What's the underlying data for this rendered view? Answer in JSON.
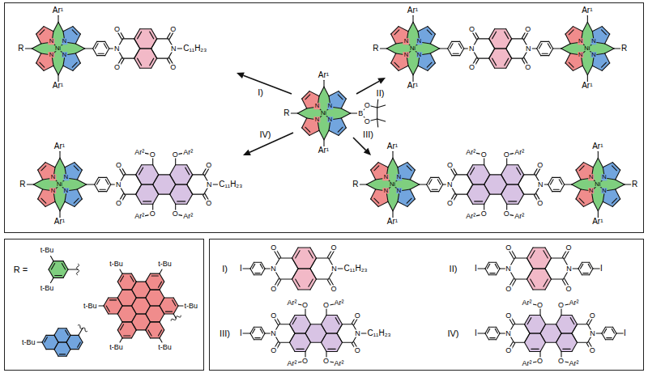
{
  "diagram": {
    "nodes": [
      {
        "text": [
          "Ar¹",
          "N",
          "N",
          "Ni",
          "N",
          "N",
          "Ar¹",
          "R",
          "O",
          "O",
          "N",
          "N",
          "O",
          "O",
          "C₁₁H₂₃",
          "Ar¹",
          "N",
          "N",
          "Ni",
          "N",
          "N",
          "Ar¹",
          "R",
          "O",
          "O",
          "N",
          "N",
          "O",
          "O",
          "Ar¹",
          "N",
          "N",
          "Ni",
          "N",
          "N",
          "Ar¹",
          "R",
          "I)",
          "II)",
          "Ar¹",
          "N",
          "N",
          "Ni",
          "N",
          "N",
          "Ar¹",
          "R",
          "O",
          "B",
          "O",
          "IV)",
          "III)",
          "Ar¹",
          "N",
          "N",
          "Ni",
          "N",
          "N",
          "Ar¹",
          "R",
          "Ar²",
          "O",
          "O",
          "Ar²",
          "O",
          "O",
          "N",
          "N",
          "O",
          "O",
          "Ar²",
          "O",
          "O",
          "Ar²",
          "C₁₁H₂₃",
          "Ar¹",
          "N",
          "N",
          "Ni",
          "N",
          "N",
          "Ar¹",
          "R",
          "Ar²",
          "O",
          "O",
          "Ar²",
          "O",
          "O",
          "N",
          "N",
          "O",
          "O",
          "Ar²",
          "O",
          "O",
          "Ar²",
          "Ar¹",
          "N",
          "N",
          "Ni",
          "N",
          "N",
          "Ar¹",
          "R"
        ]
      },
      {
        "text": [
          "R =",
          "t-Bu",
          "t-Bu",
          "t-Bu",
          "t-Bu",
          "t-Bu",
          "t-Bu",
          "t-Bu",
          "t-Bu",
          "t-Bu"
        ]
      },
      {
        "text": [
          "I)",
          "I",
          "O",
          "O",
          "N",
          "N",
          "O",
          "O",
          "C₁₁H₂₃",
          "II)",
          "I",
          "O",
          "O",
          "N",
          "N",
          "O",
          "O",
          "I",
          "III)",
          "I",
          "Ar²",
          "O",
          "O",
          "Ar²",
          "O",
          "O",
          "N",
          "N",
          "O",
          "O",
          "Ar²",
          "O",
          "O",
          "Ar²",
          "C₁₁H₂₃",
          "IV)",
          "I",
          "Ar²",
          "O",
          "O",
          "Ar²",
          "O",
          "O",
          "N",
          "N",
          "O",
          "O",
          "Ar²",
          "O",
          "O",
          "Ar²",
          "I"
        ]
      }
    ]
  }
}
